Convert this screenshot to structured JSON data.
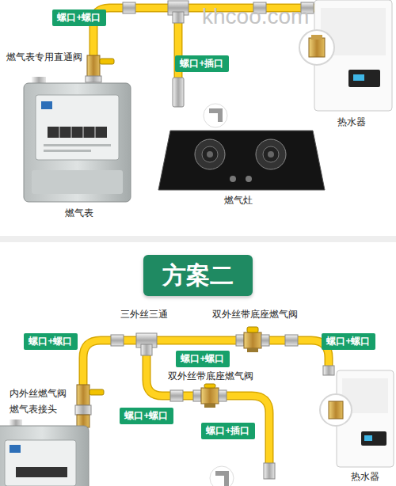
{
  "diagram": {
    "nodes": [
      {
        "text": [
          "螺口+螺口"
        ]
      },
      {
        "text": [
          "螺口+插口"
        ]
      },
      {
        "text": [
          "方案二"
        ]
      },
      {
        "text": [
          "螺口+螺口"
        ]
      },
      {
        "text": [
          "螺口+螺口"
        ]
      },
      {
        "text": [
          "螺口+螺口"
        ]
      },
      {
        "text": [
          "螺口+螺口"
        ]
      },
      {
        "text": [
          "螺口+插口"
        ]
      }
    ],
    "labels": [
      "khcoo.com",
      "燃气表专用直通阀",
      "热水器",
      "燃气灶",
      "燃气表",
      "三外丝三通",
      "双外丝带底座燃气阀",
      "双外丝带底座燃气阀",
      "内外丝燃气阀",
      "燃气表接头",
      "热水器"
    ]
  }
}
